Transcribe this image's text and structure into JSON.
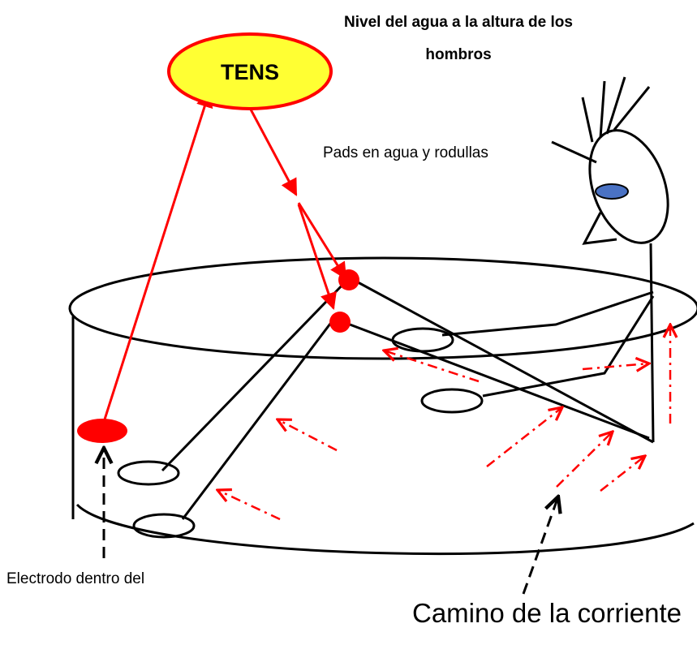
{
  "labels": {
    "tens": "TENS",
    "water_level": "Nivel del agua a la altura de los hombros",
    "pads": "Pads en agua y rodullas",
    "electrode": "Electrodo dentro del",
    "current_path": "Camino de la corriente"
  },
  "colors": {
    "tens_fill": "#ffff33",
    "accent_red": "#ff0000",
    "eye_blue": "#4a72c4",
    "line": "#000000"
  }
}
